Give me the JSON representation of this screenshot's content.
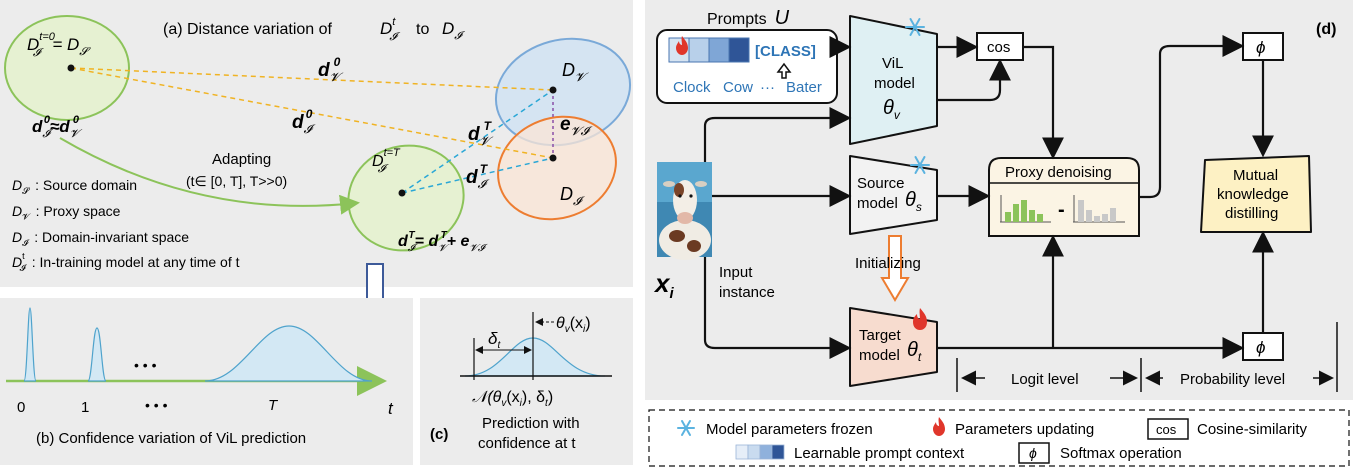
{
  "panel_a": {
    "title": "(a)  Distance variation  of",
    "title_dt": "D",
    "title_dt_sup": "t",
    "title_dt_sub": "𝓘",
    "title_to": "to",
    "title_di": "D",
    "title_di_sub": "𝓘",
    "source_label": "D",
    "source_sup": "t=0",
    "source_sub": "𝓘",
    "source_eq": "= D",
    "source_eq_sub": "𝓢",
    "proxy_label": "D",
    "proxy_sub": "𝓥",
    "inv_label": "D",
    "inv_sub": "𝓘",
    "target_label": "D",
    "target_sup": "t=T",
    "target_sub": "𝓘",
    "d_v0": "d",
    "d_v0_sub": "𝓥",
    "d_v0_sup": "0",
    "d_i0": "d",
    "d_i0_sub": "𝓘",
    "d_i0_sup": "0",
    "d_vT": "d",
    "d_vT_sub": "𝓥",
    "d_vT_sup": "T",
    "d_iT": "d",
    "d_iT_sub": "𝓘",
    "d_iT_sup": "T",
    "e_vi": "e",
    "e_vi_sub": "𝓥𝓘",
    "approx_eq": "d𝓘⁰≈d𝓥⁰",
    "approx_left": "d",
    "approx_left_sub": "𝓘",
    "approx_left_sup": "0",
    "approx_sym": "≈",
    "approx_right": "d",
    "approx_right_sub": "𝓥",
    "approx_right_sup": "0",
    "eqT_left": "d",
    "eqT_left_sub": "𝓘",
    "eqT_left_sup": "T",
    "eqT_mid": "= d",
    "eqT_mid_sub": "𝓥",
    "eqT_mid_sup": "T",
    "eqT_plus": "+ e",
    "eqT_plus_sub": "𝓥𝓘",
    "adapting": "Adapting",
    "adapting_range": "(t∈ [0, T], T>>0)",
    "legend": [
      {
        "sym": "D",
        "sub": "𝓢",
        "sup": "",
        "text": ": Source domain"
      },
      {
        "sym": "D",
        "sub": "𝓥",
        "sup": "",
        "text": ": Proxy space"
      },
      {
        "sym": "D",
        "sub": "𝓘",
        "sup": "",
        "text": ": Domain-invariant space"
      },
      {
        "sym": "D",
        "sub": "𝓘",
        "sup": "t",
        "text": ": In-training model at any time of t"
      }
    ]
  },
  "panel_b": {
    "tick0": "0",
    "tick1": "1",
    "dots_top": "• • •",
    "dots_bottom": "• • •",
    "tickT": "T",
    "axis_t": "t",
    "caption": "(b) Confidence variation of ViL prediction"
  },
  "panel_c": {
    "delta": "δ",
    "delta_sub": "t",
    "theta": "θ",
    "theta_sub": "v",
    "theta_arg": "(x",
    "theta_arg_sub": "i",
    "theta_close": ")",
    "normal": "𝒩(θ",
    "normal_sub": "v",
    "normal_rest": "(x",
    "normal_rest_sub": "i",
    "normal_end": "), δ",
    "normal_end_sub": "t",
    "normal_close": ")",
    "caption_label": "(c)",
    "caption_line1": "Prediction with",
    "caption_line2": "confidence at t"
  },
  "panel_d": {
    "label": "(d)",
    "prompts": "Prompts",
    "prompts_var": "U",
    "class_token": "[CLASS]",
    "words": [
      "Clock",
      "Cow",
      "···",
      "Bater"
    ],
    "vil_line1": "ViL",
    "vil_line2": "model",
    "vil_theta": "θ",
    "vil_theta_sub": "v",
    "cos": "cos",
    "phi_top": "ϕ",
    "phi_bottom": "ϕ",
    "source_line1": "Source",
    "source_line2": "model",
    "source_theta": "θ",
    "source_theta_sub": "s",
    "proxy_denoising": "Proxy denoising",
    "minus": "-",
    "mkd_line1": "Mutual",
    "mkd_line2": "knowledge",
    "mkd_line3": "distilling",
    "x_i": "x",
    "x_i_sub": "i",
    "input_line1": "Input",
    "input_line2": "instance",
    "initializing": "Initializing",
    "target_line1": "Target",
    "target_line2": "model",
    "target_theta": "θ",
    "target_theta_sub": "t",
    "logit_level": "Logit level",
    "probability_level": "Probability level"
  },
  "legend": {
    "frozen": "Model parameters frozen",
    "updating": "Parameters updating",
    "cos_box": "cos",
    "cos_text": "Cosine-similarity",
    "prompt_context": "Learnable prompt context",
    "phi_box": "ϕ",
    "softmax": "Softmax operation"
  },
  "colors": {
    "green_fill": "#e6f1d2",
    "green_stroke": "#8cc35a",
    "blue_fill": "#d3e3f3",
    "blue_stroke": "#7aa9d8",
    "orange_fill": "#fbe5d6",
    "orange_stroke": "#ed7d31",
    "yellow_dash": "#f0b323",
    "cyan_dash": "#2aa7d6",
    "panel_bg": "#ececec",
    "vil_fill": "#dff0f3",
    "source_fill": "#f2f2f2",
    "target_fill": "#f7dccf",
    "proxy_fill": "#fbf4e4",
    "mkd_fill": "#fdf1c4"
  }
}
